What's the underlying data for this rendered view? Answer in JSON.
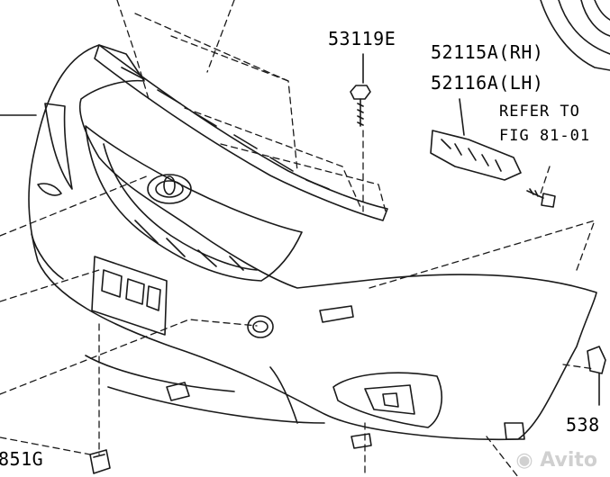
{
  "callouts": {
    "bolt": "53119E",
    "bracket_rh": "52115A(RH)",
    "bracket_lh": "52116A(LH)",
    "refer_line1": "REFER TO",
    "refer_line2": "FIG 81-01",
    "clip_left": "851G",
    "clip_right": "538"
  },
  "watermark": "Avito",
  "colors": {
    "line": "#1a1a1a",
    "background": "#ffffff"
  }
}
